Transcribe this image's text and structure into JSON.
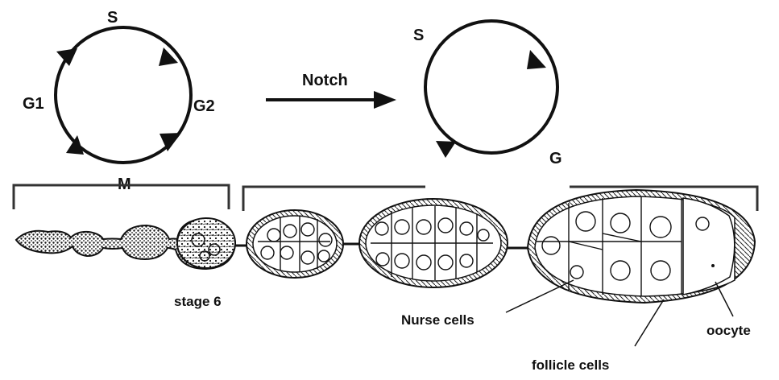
{
  "left_cycle": {
    "phases": {
      "top": "S",
      "left": "G1",
      "right": "G2",
      "bottom": "M"
    }
  },
  "transition": {
    "label": "Notch"
  },
  "right_cycle": {
    "phases": {
      "top": "S",
      "bottom": "G"
    }
  },
  "egg_chamber_labels": {
    "stage": "stage 6",
    "nurse_cells": "Nurse cells",
    "oocyte": "oocyte",
    "follicle_cells": "follicle cells"
  }
}
